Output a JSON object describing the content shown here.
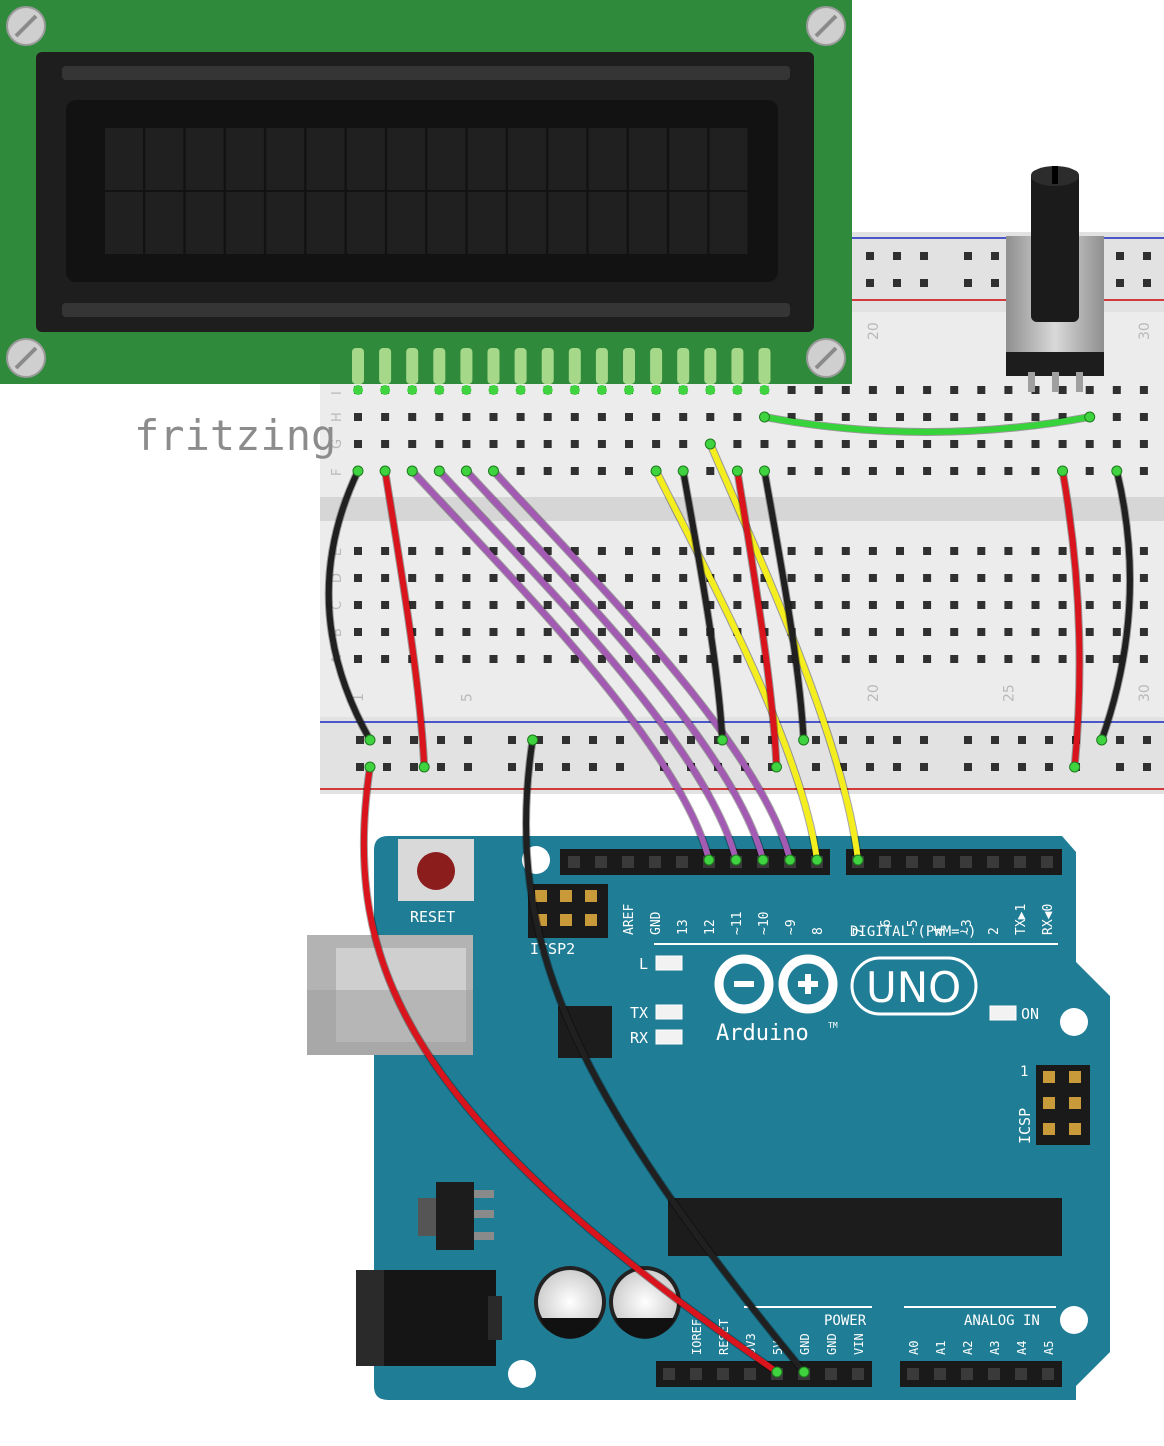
{
  "brand": "fritzing",
  "arduino": {
    "reset_label": "RESET",
    "icsp2_label": "ICSP2",
    "icsp_label": "ICSP",
    "icsp_pin1": "1",
    "digital_label": "DIGITAL (PWM=~)",
    "logo_text": "Arduino",
    "trademark": "TM",
    "uno_text": "UNO",
    "led_labels": [
      "L",
      "TX",
      "RX"
    ],
    "on_label": "ON",
    "power_label": "POWER",
    "analog_label": "ANALOG IN",
    "digital_pins": [
      "AREF",
      "GND",
      "13",
      "12",
      "~11",
      "~10",
      "~9",
      "8",
      "7",
      "~6",
      "~5",
      "4",
      "~3",
      "2",
      "TX▶1",
      "RX◀0"
    ],
    "power_pins": [
      "IOREF",
      "RESET",
      "3V3",
      "5V",
      "GND",
      "GND",
      "VIN"
    ],
    "analog_pins": [
      "A0",
      "A1",
      "A2",
      "A3",
      "A4",
      "A5"
    ]
  },
  "breadboard": {
    "row_letters_top": [
      "F",
      "G",
      "H",
      "I"
    ],
    "row_letters_bottom": [
      "A",
      "B",
      "C",
      "D",
      "E"
    ],
    "column_numbers": [
      {
        "col": 1,
        "label": "1"
      },
      {
        "col": 5,
        "label": "5"
      },
      {
        "col": 20,
        "label": "20"
      },
      {
        "col": 25,
        "label": "25"
      },
      {
        "col": 30,
        "label": "30"
      }
    ]
  },
  "colors": {
    "pcb_green": "#2f8a3b",
    "arduino_blue": "#1f7d96",
    "wire_red": "#d9141c",
    "wire_black": "#202020",
    "wire_purple": "#a35ab3",
    "wire_yellow": "#f5ee1e",
    "wire_green": "#36d43a"
  },
  "wires": [
    {
      "color": "wire_black",
      "from": "bb-F1",
      "to": "rail-gnd-1"
    },
    {
      "color": "wire_red",
      "from": "bb-F2",
      "to": "rail-vcc-3"
    },
    {
      "color": "wire_purple",
      "from": "bb-F3",
      "to": "arduino-D12"
    },
    {
      "color": "wire_purple",
      "from": "bb-F4",
      "to": "arduino-D11"
    },
    {
      "color": "wire_purple",
      "from": "bb-F5",
      "to": "arduino-D10"
    },
    {
      "color": "wire_purple",
      "from": "bb-F6",
      "to": "arduino-D9"
    },
    {
      "color": "wire_yellow",
      "from": "bb-F12",
      "to": "arduino-D8"
    },
    {
      "color": "wire_black",
      "from": "bb-F13",
      "to": "rail-gnd-14"
    },
    {
      "color": "wire_yellow",
      "from": "bb-G14",
      "to": "arduino-D7"
    },
    {
      "color": "wire_red",
      "from": "bb-F15",
      "to": "rail-vcc-16"
    },
    {
      "color": "wire_black",
      "from": "bb-F16",
      "to": "rail-gnd-17"
    },
    {
      "color": "wire_green",
      "from": "bb-H16",
      "to": "bb-H28"
    },
    {
      "color": "wire_red",
      "from": "bb-F27",
      "to": "rail-vcc-27"
    },
    {
      "color": "wire_black",
      "from": "bb-F29",
      "to": "rail-gnd-28"
    },
    {
      "color": "wire_red",
      "from": "rail-vcc-1",
      "to": "arduino-5V"
    },
    {
      "color": "wire_black",
      "from": "rail-gnd-7",
      "to": "arduino-GND"
    }
  ]
}
